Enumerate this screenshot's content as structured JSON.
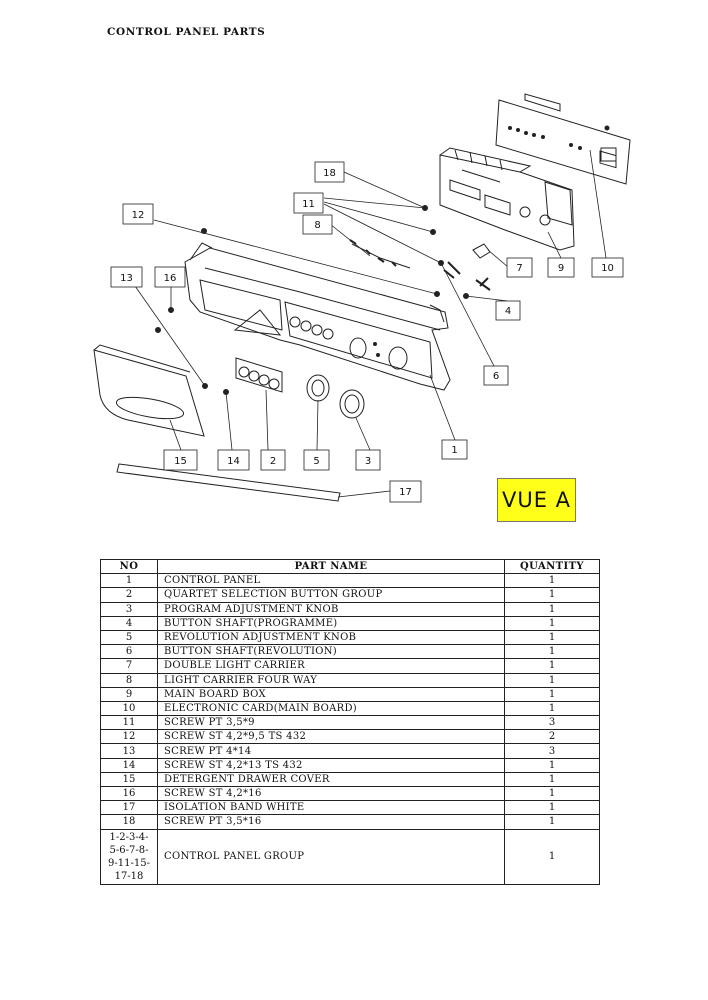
{
  "page": {
    "title": "CONTROL PANEL PARTS"
  },
  "callouts": [
    "18",
    "11",
    "8",
    "12",
    "13",
    "16",
    "7",
    "9",
    "10",
    "4",
    "6",
    "1",
    "15",
    "14",
    "2",
    "5",
    "3",
    "17"
  ],
  "vue_label": "VUE A",
  "table": {
    "headers": {
      "no": "NO",
      "name": "PART NAME",
      "qty": "QUANTITY"
    },
    "rows": [
      {
        "no": "1",
        "name": "CONTROL PANEL",
        "qty": "1"
      },
      {
        "no": "2",
        "name": "QUARTET SELECTION BUTTON GROUP",
        "qty": "1"
      },
      {
        "no": "3",
        "name": "PROGRAM ADJUSTMENT KNOB",
        "qty": "1"
      },
      {
        "no": "4",
        "name": "BUTTON SHAFT(PROGRAMME)",
        "qty": "1"
      },
      {
        "no": "5",
        "name": "REVOLUTION ADJUSTMENT KNOB",
        "qty": "1"
      },
      {
        "no": "6",
        "name": "BUTTON SHAFT(REVOLUTION)",
        "qty": "1"
      },
      {
        "no": "7",
        "name": "DOUBLE LIGHT CARRIER",
        "qty": "1"
      },
      {
        "no": "8",
        "name": "LIGHT CARRIER FOUR WAY",
        "qty": "1"
      },
      {
        "no": "9",
        "name": "MAIN BOARD BOX",
        "qty": "1"
      },
      {
        "no": "10",
        "name": "ELECTRONIC CARD(MAIN BOARD)",
        "qty": "1"
      },
      {
        "no": "11",
        "name": "SCREW PT 3,5*9",
        "qty": "3"
      },
      {
        "no": "12",
        "name": "SCREW ST 4,2*9,5 TS 432",
        "qty": "2"
      },
      {
        "no": "13",
        "name": "SCREW PT 4*14",
        "qty": "3"
      },
      {
        "no": "14",
        "name": "SCREW ST 4,2*13 TS 432",
        "qty": "1"
      },
      {
        "no": "15",
        "name": "DETERGENT DRAWER COVER",
        "qty": "1"
      },
      {
        "no": "16",
        "name": "SCREW ST 4,2*16",
        "qty": "1"
      },
      {
        "no": "17",
        "name": "ISOLATION BAND WHITE",
        "qty": "1"
      },
      {
        "no": "18",
        "name": "SCREW PT 3,5*16",
        "qty": "1"
      }
    ],
    "group_row": {
      "no": "1-2-3-4-5-6-7-8-9-11-15-17-18",
      "name": "CONTROL PANEL GROUP",
      "qty": "1"
    }
  }
}
